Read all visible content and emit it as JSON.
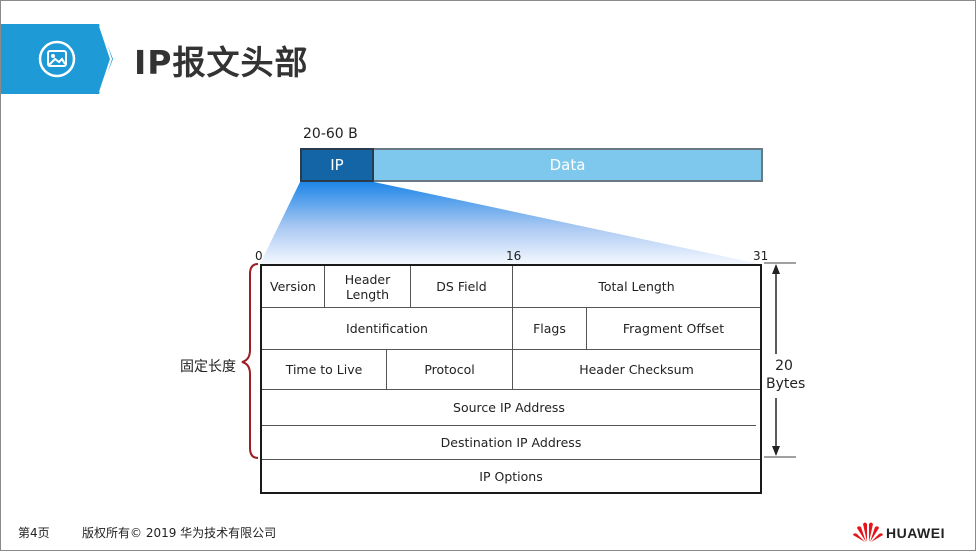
{
  "slide": {
    "title": "IP报文头部",
    "icon": "image-icon",
    "accent_color": "#1e9bd7"
  },
  "packet": {
    "size_label": "20-60 B",
    "ip_label": "IP",
    "data_label": "Data",
    "ip_color": "#1465a6",
    "data_color": "#7dc8ec"
  },
  "bits": {
    "start": "0",
    "mid": "16",
    "end": "31"
  },
  "header_fields": {
    "version": "Version",
    "header_length": "Header Length",
    "ds_field": "DS Field",
    "total_length": "Total Length",
    "identification": "Identification",
    "flags": "Flags",
    "fragment_offset": "Fragment Offset",
    "ttl": "Time to Live",
    "protocol": "Protocol",
    "header_checksum": "Header Checksum",
    "source_ip": "Source IP Address",
    "destination_ip": "Destination IP Address",
    "ip_options": "IP  Options"
  },
  "annotations": {
    "fixed_length": "固定长度",
    "bytes_num": "20",
    "bytes_word": "Bytes"
  },
  "footer": {
    "page": "第4页",
    "copyright": "版权所有© 2019 华为技术有限公司",
    "brand": "HUAWEI",
    "brand_color": "#e4161b"
  }
}
